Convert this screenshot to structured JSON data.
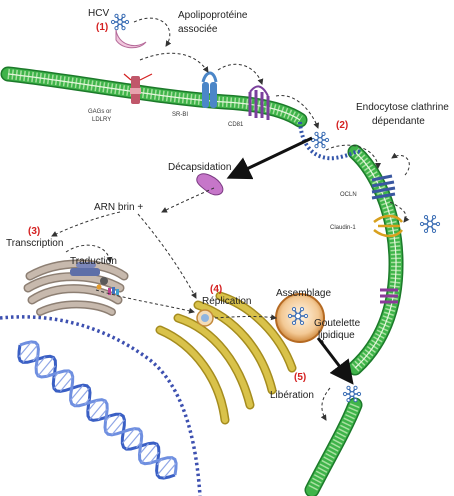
{
  "colors": {
    "membrane": "#3fb44a",
    "membrane_dark": "#1c7a2a",
    "steps": "#d42020",
    "dna": "#3a5fc4",
    "er": "#c9b23a",
    "golgi": "#a89a8a",
    "virus": "#3d6fb5"
  },
  "steps": {
    "s1": "(1)",
    "s2": "(2)",
    "s3": "(3)",
    "s4": "(4)",
    "s5": "(5)"
  },
  "labels": {
    "hcv": "HCV",
    "apolipo_line1": "Apolipoprotéine",
    "apolipo_line2": "associée",
    "gags_line1": "GAGs or",
    "gags_line2": "LDLRY",
    "srbi": "SR-BI",
    "cd81": "CD81",
    "endocytose_line1": "Endocytose clathrine",
    "endocytose_line2": "dépendante",
    "decapsidation": "Décapsidation",
    "ocln": "OCLN",
    "claudin": "Claudin-1",
    "arn": "ARN brin +",
    "transcription": "Transcription",
    "traduction": "Traduction",
    "replication": "Réplication",
    "assemblage": "Assemblage",
    "goutelette_line1": "Goutelette",
    "goutelette_line2": "lipidique",
    "liberation": "Libération"
  }
}
